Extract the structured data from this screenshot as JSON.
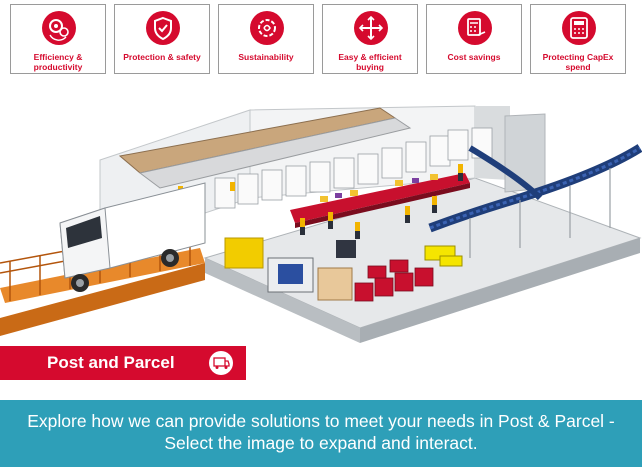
{
  "benefits": [
    {
      "label": "Efficiency & productivity",
      "icon": "gears-productivity-icon"
    },
    {
      "label": "Protection & safety",
      "icon": "shield-protection-icon"
    },
    {
      "label": "Sustainability",
      "icon": "recycle-gear-icon"
    },
    {
      "label": "Easy & efficient buying",
      "icon": "arrows-converge-icon"
    },
    {
      "label": "Cost savings",
      "icon": "calculator-money-icon"
    },
    {
      "label": "Protecting CapEx spend",
      "icon": "machine-calculator-icon"
    }
  ],
  "banner": {
    "label": "Post and Parcel",
    "icon": "parcel-van-icon"
  },
  "footer": {
    "text": "Explore how we can provide solutions to meet your needs in Post & Parcel - Select the image to expand and interact."
  },
  "colors": {
    "brand_red": "#d50a2e",
    "footer_teal": "#2e9fb8"
  }
}
